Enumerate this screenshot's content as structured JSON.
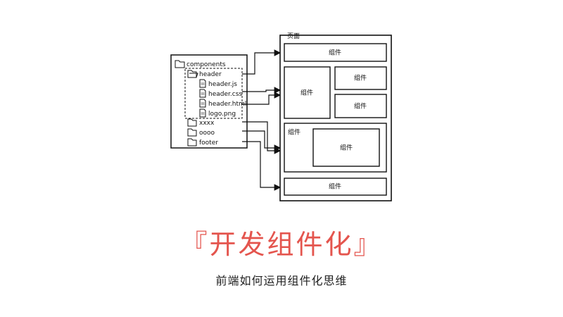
{
  "tree": {
    "root": "components",
    "folder_header": "header",
    "files": [
      "header.js",
      "header.css",
      "header.html",
      "logo.png"
    ],
    "folders": [
      "xxxx",
      "oooo",
      "footer"
    ]
  },
  "page": {
    "label": "页面",
    "component": "组件"
  },
  "title": "『开发组件化』",
  "subtitle": "前端如何运用组件化思维"
}
